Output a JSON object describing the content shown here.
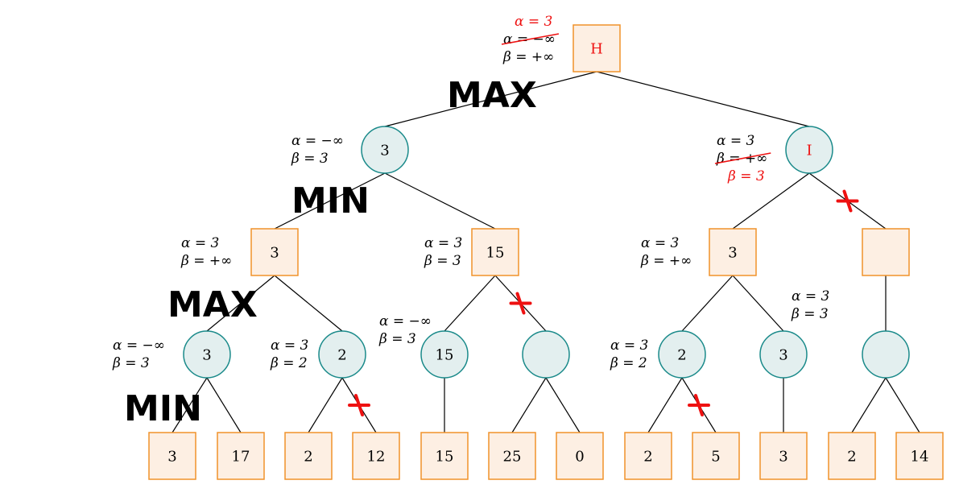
{
  "colors": {
    "square_fill": "#fdefe3",
    "square_stroke": "#f0922a",
    "circle_fill": "#e3efef",
    "circle_stroke": "#1a8a8a",
    "red": "#ee1111",
    "edge": "#000000"
  },
  "level_labels": [
    "MAX",
    "MIN",
    "MAX",
    "MIN"
  ],
  "nodes": [
    {
      "id": "H",
      "shape": "square",
      "label": "H",
      "red": true
    },
    {
      "id": "n3a",
      "shape": "circle",
      "label": "3",
      "red": false
    },
    {
      "id": "I",
      "shape": "circle",
      "label": "I",
      "red": true
    },
    {
      "id": "s3a",
      "shape": "square",
      "label": "3",
      "red": false
    },
    {
      "id": "s15",
      "shape": "square",
      "label": "15",
      "red": false
    },
    {
      "id": "s3b",
      "shape": "square",
      "label": "3",
      "red": false
    },
    {
      "id": "sEmpty",
      "shape": "square",
      "label": "",
      "red": false
    },
    {
      "id": "c3a",
      "shape": "circle",
      "label": "3",
      "red": false
    },
    {
      "id": "c2a",
      "shape": "circle",
      "label": "2",
      "red": false
    },
    {
      "id": "c15",
      "shape": "circle",
      "label": "15",
      "red": false
    },
    {
      "id": "cEmptyA",
      "shape": "circle",
      "label": "",
      "red": false
    },
    {
      "id": "c2b",
      "shape": "circle",
      "label": "2",
      "red": false
    },
    {
      "id": "c3b",
      "shape": "circle",
      "label": "3",
      "red": false
    },
    {
      "id": "cEmptyB",
      "shape": "circle",
      "label": "",
      "red": false
    },
    {
      "id": "l1",
      "shape": "square",
      "label": "3",
      "red": false
    },
    {
      "id": "l2",
      "shape": "square",
      "label": "17",
      "red": false
    },
    {
      "id": "l3",
      "shape": "square",
      "label": "2",
      "red": false
    },
    {
      "id": "l4",
      "shape": "square",
      "label": "12",
      "red": false
    },
    {
      "id": "l5",
      "shape": "square",
      "label": "15",
      "red": false
    },
    {
      "id": "l6",
      "shape": "square",
      "label": "25",
      "red": false
    },
    {
      "id": "l7",
      "shape": "square",
      "label": "0",
      "red": false
    },
    {
      "id": "l8",
      "shape": "square",
      "label": "2",
      "red": false
    },
    {
      "id": "l9",
      "shape": "square",
      "label": "5",
      "red": false
    },
    {
      "id": "l10",
      "shape": "square",
      "label": "3",
      "red": false
    },
    {
      "id": "l11",
      "shape": "square",
      "label": "2",
      "red": false
    },
    {
      "id": "l12",
      "shape": "square",
      "label": "14",
      "red": false
    }
  ],
  "edges": [
    {
      "from": "H",
      "to": "n3a",
      "pruned": false
    },
    {
      "from": "H",
      "to": "I",
      "pruned": false
    },
    {
      "from": "n3a",
      "to": "s3a",
      "pruned": false
    },
    {
      "from": "n3a",
      "to": "s15",
      "pruned": false
    },
    {
      "from": "I",
      "to": "s3b",
      "pruned": false
    },
    {
      "from": "I",
      "to": "sEmpty",
      "pruned": true
    },
    {
      "from": "s3a",
      "to": "c3a",
      "pruned": false
    },
    {
      "from": "s3a",
      "to": "c2a",
      "pruned": false
    },
    {
      "from": "s15",
      "to": "c15",
      "pruned": false
    },
    {
      "from": "s15",
      "to": "cEmptyA",
      "pruned": true
    },
    {
      "from": "s3b",
      "to": "c2b",
      "pruned": false
    },
    {
      "from": "s3b",
      "to": "c3b",
      "pruned": false
    },
    {
      "from": "sEmpty",
      "to": "cEmptyB",
      "pruned": false
    },
    {
      "from": "c3a",
      "to": "l1",
      "pruned": false
    },
    {
      "from": "c3a",
      "to": "l2",
      "pruned": false
    },
    {
      "from": "c2a",
      "to": "l3",
      "pruned": false
    },
    {
      "from": "c2a",
      "to": "l4",
      "pruned": true
    },
    {
      "from": "c15",
      "to": "l5",
      "pruned": false
    },
    {
      "from": "cEmptyA",
      "to": "l6",
      "pruned": false
    },
    {
      "from": "cEmptyA",
      "to": "l7",
      "pruned": false
    },
    {
      "from": "c2b",
      "to": "l8",
      "pruned": false
    },
    {
      "from": "c2b",
      "to": "l9",
      "pruned": true
    },
    {
      "from": "c3b",
      "to": "l10",
      "pruned": false
    },
    {
      "from": "cEmptyB",
      "to": "l11",
      "pruned": false
    },
    {
      "from": "cEmptyB",
      "to": "l12",
      "pruned": false
    }
  ],
  "annotations": [
    {
      "node": "H",
      "lines": [
        {
          "text": "α = 3",
          "red": true,
          "struck": false
        },
        {
          "text": "α = −∞",
          "red": false,
          "struck": true
        },
        {
          "text": "β = +∞",
          "red": false,
          "struck": false
        }
      ]
    },
    {
      "node": "n3a",
      "lines": [
        {
          "text": "α = −∞",
          "red": false,
          "struck": false
        },
        {
          "text": "β = 3",
          "red": false,
          "struck": false
        }
      ]
    },
    {
      "node": "I",
      "lines": [
        {
          "text": "α = 3",
          "red": false,
          "struck": false
        },
        {
          "text": "β = +∞",
          "red": false,
          "struck": true
        },
        {
          "text": "β = 3",
          "red": true,
          "struck": false
        }
      ]
    },
    {
      "node": "s3a",
      "lines": [
        {
          "text": "α = 3",
          "red": false,
          "struck": false
        },
        {
          "text": "β = +∞",
          "red": false,
          "struck": false
        }
      ]
    },
    {
      "node": "s15",
      "lines": [
        {
          "text": "α = 3",
          "red": false,
          "struck": false
        },
        {
          "text": "β = 3",
          "red": false,
          "struck": false
        }
      ]
    },
    {
      "node": "s3b",
      "lines": [
        {
          "text": "α = 3",
          "red": false,
          "struck": false
        },
        {
          "text": "β = +∞",
          "red": false,
          "struck": false
        }
      ]
    },
    {
      "node": "c3a",
      "lines": [
        {
          "text": "α = −∞",
          "red": false,
          "struck": false
        },
        {
          "text": "β = 3",
          "red": false,
          "struck": false
        }
      ]
    },
    {
      "node": "c2a",
      "lines": [
        {
          "text": "α = 3",
          "red": false,
          "struck": false
        },
        {
          "text": "β = 2",
          "red": false,
          "struck": false
        }
      ]
    },
    {
      "node": "c15",
      "lines": [
        {
          "text": "α = −∞",
          "red": false,
          "struck": false
        },
        {
          "text": "β = 3",
          "red": false,
          "struck": false
        }
      ]
    },
    {
      "node": "c2b",
      "lines": [
        {
          "text": "α = 3",
          "red": false,
          "struck": false
        },
        {
          "text": "β = 2",
          "red": false,
          "struck": false
        }
      ]
    },
    {
      "node": "c3b",
      "lines": [
        {
          "text": "α = 3",
          "red": false,
          "struck": false
        },
        {
          "text": "β = 3",
          "red": false,
          "struck": false
        }
      ]
    }
  ]
}
